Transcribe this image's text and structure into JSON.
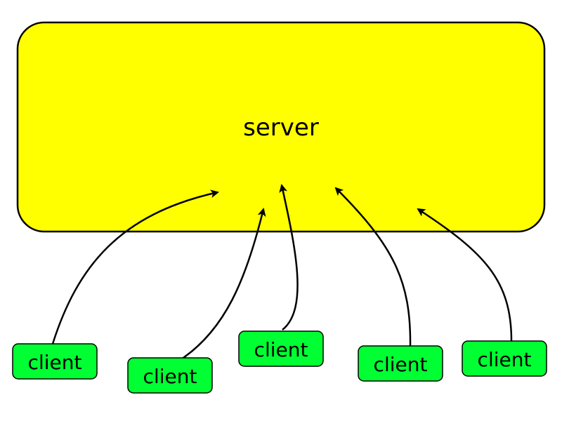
{
  "server": {
    "label": "server",
    "fill_color": "#ffff00",
    "stroke_color": "#000000"
  },
  "clients": [
    {
      "label": "client"
    },
    {
      "label": "client"
    },
    {
      "label": "client"
    },
    {
      "label": "client"
    },
    {
      "label": "client"
    }
  ],
  "client_style": {
    "fill_color": "#00ff33",
    "stroke_color": "#000000"
  },
  "arrow_color": "#000000"
}
